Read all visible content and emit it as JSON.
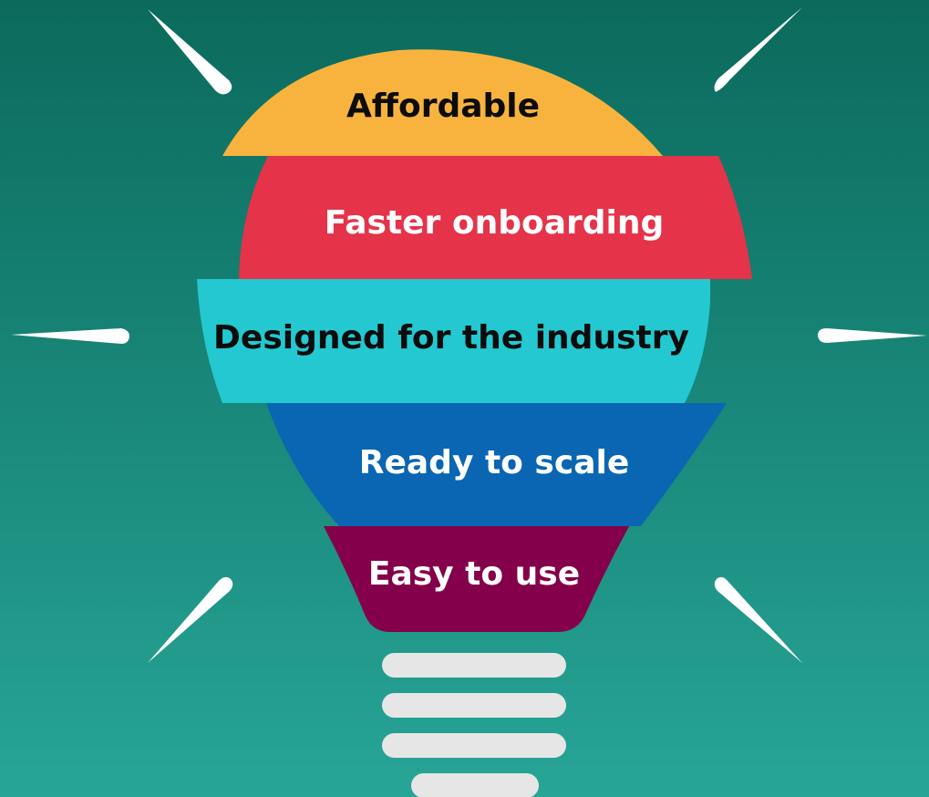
{
  "bulb": {
    "segments": [
      {
        "label": "Affordable",
        "color": "#f8b33f",
        "text_color": "#0c0c0c"
      },
      {
        "label": "Faster onboarding",
        "color": "#e5334a",
        "text_color": "#ffffff"
      },
      {
        "label": "Designed for the industry",
        "color": "#23c8d0",
        "text_color": "#0c0c0c"
      },
      {
        "label": "Ready to scale",
        "color": "#0a66b2",
        "text_color": "#ffffff"
      },
      {
        "label": "Easy to use",
        "color": "#84004a",
        "text_color": "#ffffff"
      }
    ],
    "base_color": "#e6e6e6"
  },
  "background": {
    "top": "#0b6a5c",
    "bottom": "#27a597"
  },
  "ray_color": "#ffffff"
}
